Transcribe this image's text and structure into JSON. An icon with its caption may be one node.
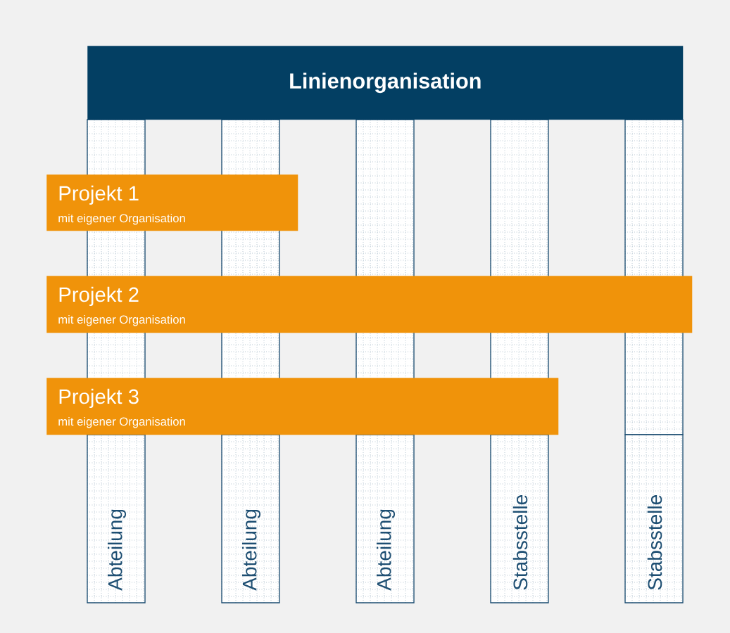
{
  "diagram": {
    "nodes": [
      {
        "text": [
          "Linienorganisation"
        ]
      },
      {
        "text": [
          "Abteilung"
        ]
      },
      {
        "text": [
          "Abteilung"
        ]
      },
      {
        "text": [
          "Abteilung"
        ]
      },
      {
        "text": [
          "Stabsstelle"
        ]
      },
      {
        "text": [
          "Stabsstelle"
        ]
      },
      {
        "text": [
          "Projekt 1",
          "mit eigener Organisation"
        ]
      },
      {
        "text": [
          "Projekt 2",
          "mit eigener Organisation"
        ]
      },
      {
        "text": [
          "Projekt 3",
          "mit eigener Organisation"
        ]
      }
    ]
  }
}
